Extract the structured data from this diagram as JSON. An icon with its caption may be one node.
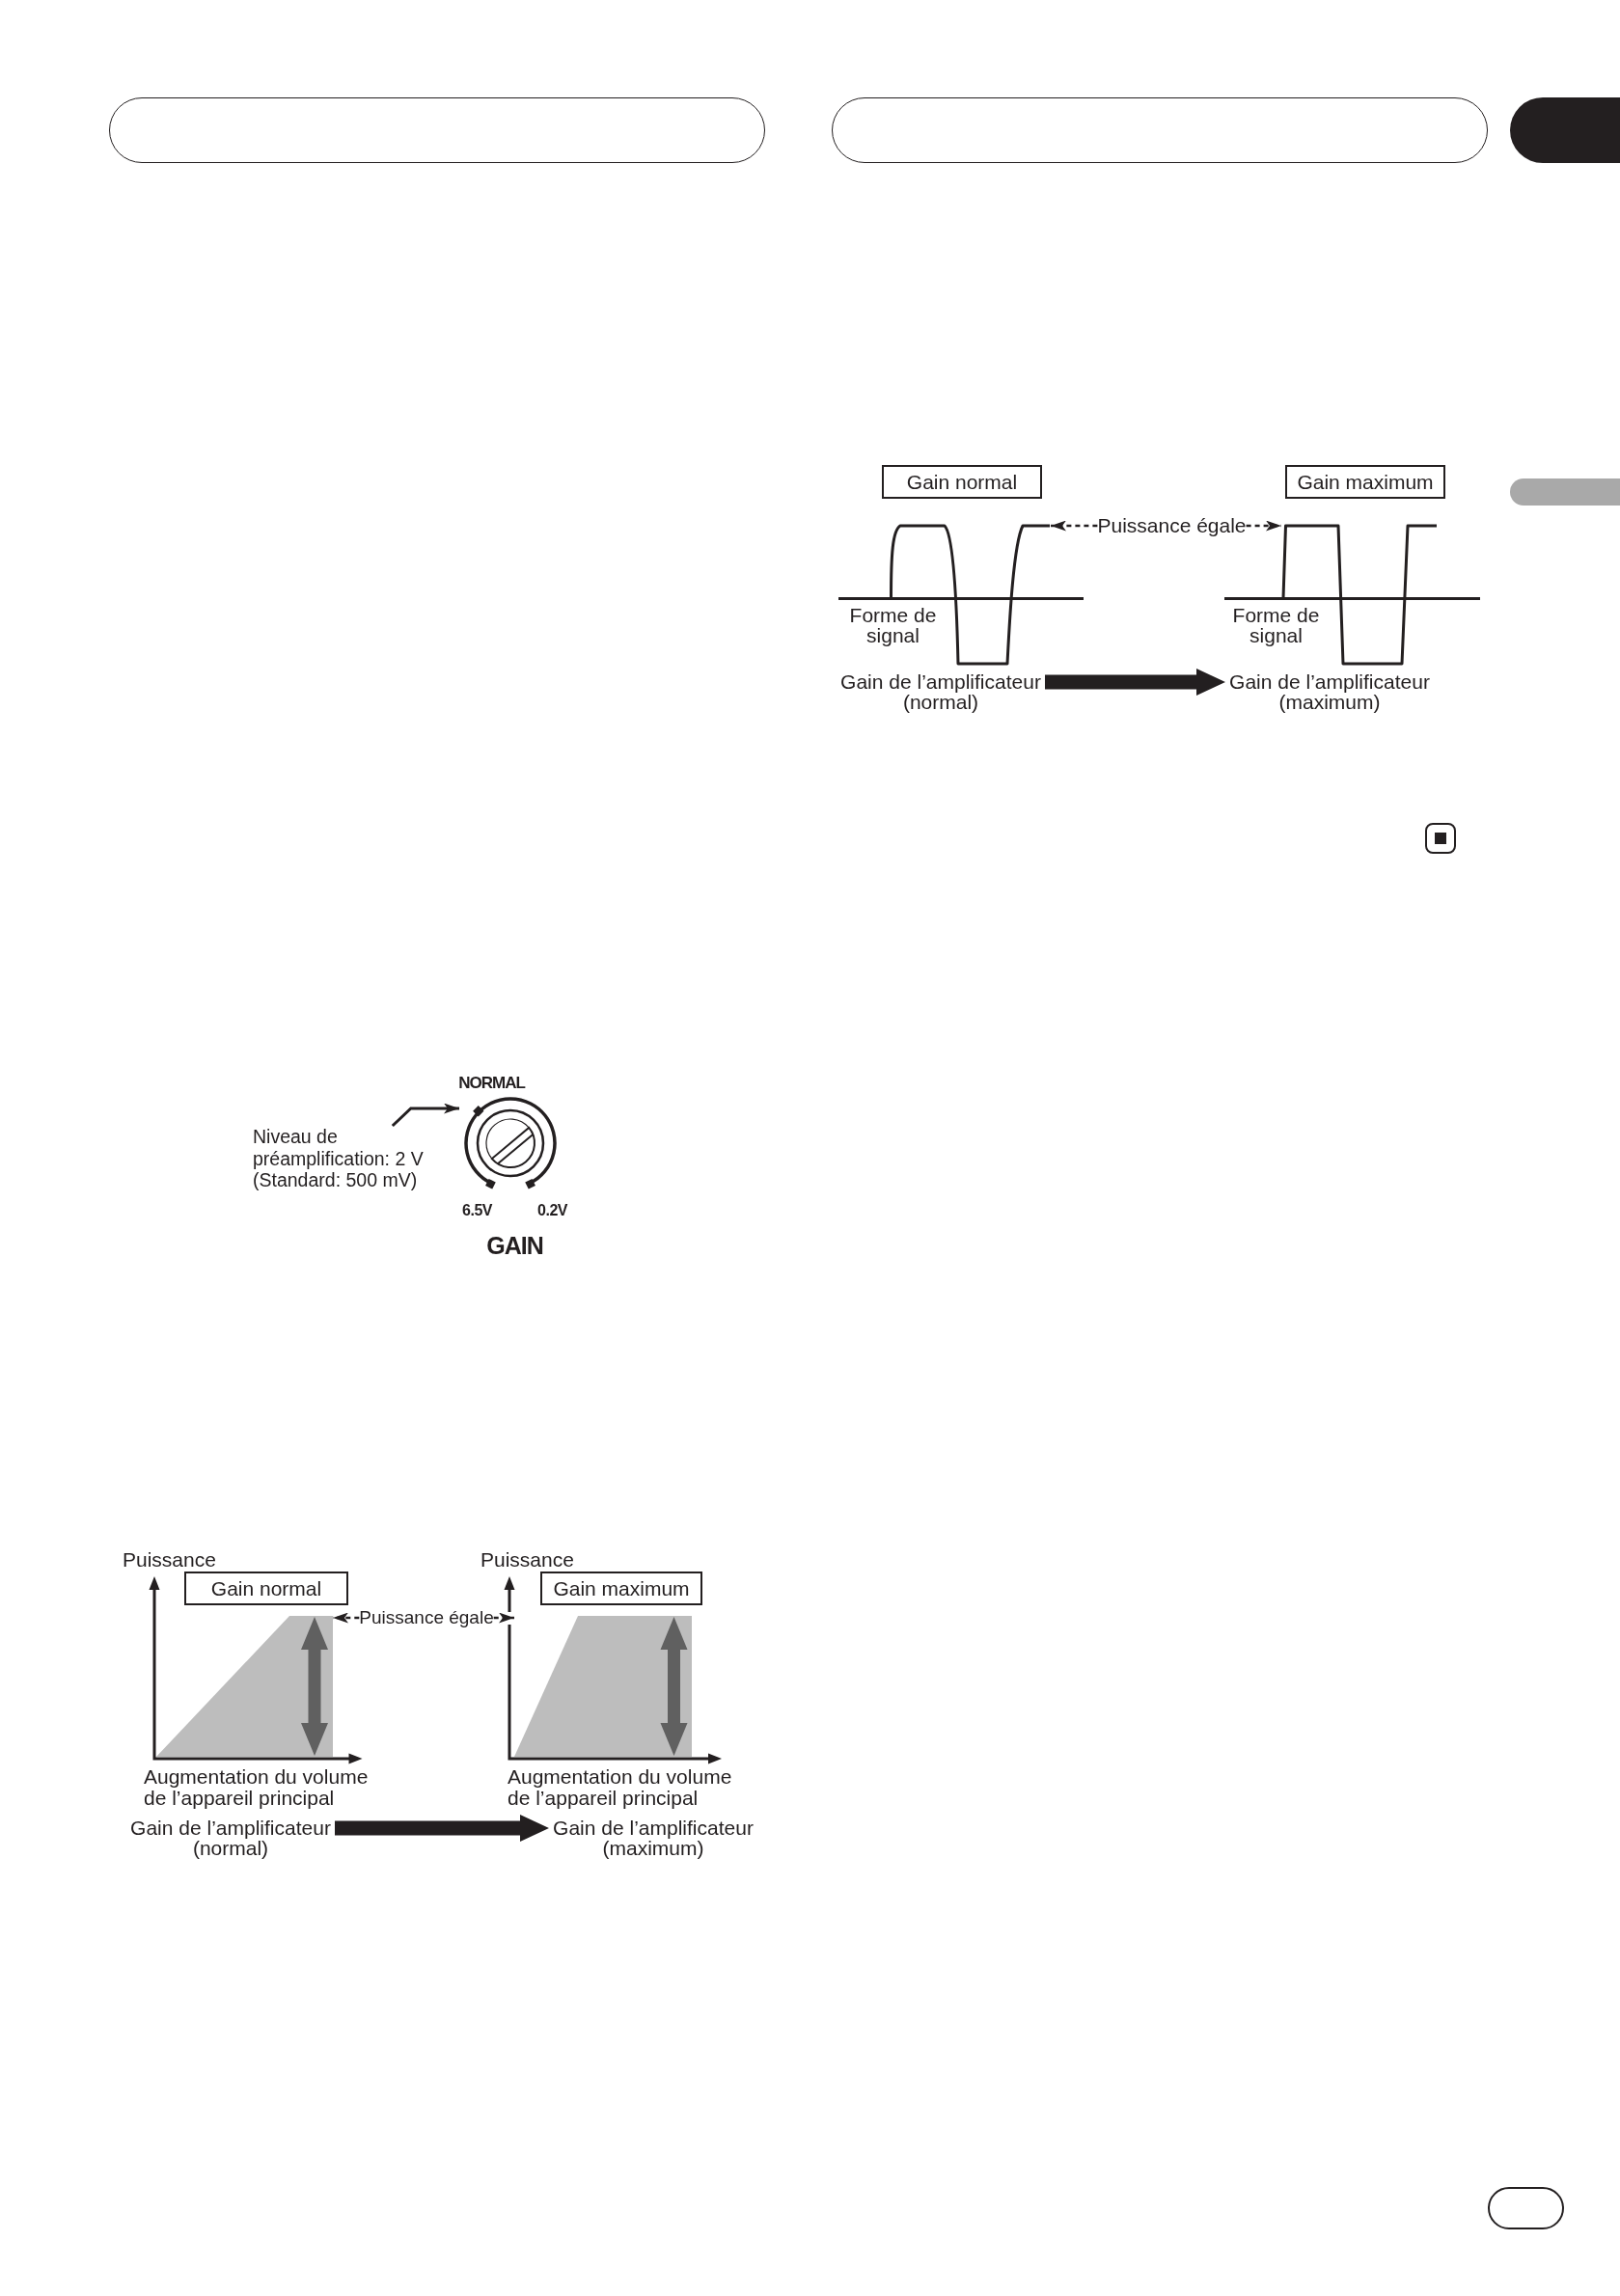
{
  "diagram": {
    "nodes": [
      {
        "text": [],
        "shape": "box"
      },
      {
        "text": [],
        "shape": "box"
      },
      {
        "text": [],
        "shape": "box"
      },
      {
        "text": [
          "Gain normal"
        ]
      },
      {
        "text": [
          "Gain maximum"
        ]
      },
      {
        "text": [],
        "shape": "box"
      },
      {
        "text": [],
        "shape": "picture"
      },
      {
        "text": [
          "Puissance égale"
        ]
      },
      {
        "text": [],
        "shape": "picture"
      },
      {
        "text": [
          "Gain de l’amplificateur (normal)"
        ]
      },
      {
        "text": [
          "Gain de l’amplificateur (maximum)"
        ]
      },
      {
        "text": [
          "Niveau de préamplification: 2 V (Standard: 500 mV)"
        ]
      },
      {
        "text": [],
        "shape": "picture",
        "beside": [
          "NORMAL",
          "6.5V",
          "0.2V",
          "GAIN"
        ]
      },
      {
        "text": [
          "Gain normal"
        ]
      },
      {
        "text": [
          "Gain maximum"
        ]
      },
      {
        "text": [],
        "shape": "picture",
        "beside": [
          "Augmentation du volume de l’appareil principal"
        ]
      },
      {
        "text": [
          "Puissance égale"
        ]
      },
      {
        "text": [],
        "shape": "picture",
        "beside": [
          "Augmentation du volume de l’appareil principal"
        ]
      },
      {
        "text": [
          "Gain de l’amplificateur (normal)"
        ]
      },
      {
        "text": [
          "Gain de l’amplificateur (maximum)"
        ]
      },
      {
        "text": [],
        "shape": "box"
      }
    ],
    "edges": [
      {
        "from": 7,
        "to": 6,
        "arrow": "to",
        "style": "dashed"
      },
      {
        "from": 7,
        "to": 8,
        "arrow": "to",
        "style": "dashed"
      },
      {
        "from": 9,
        "to": 10,
        "arrow": "to",
        "style": "thick"
      },
      {
        "from": 11,
        "to": 12,
        "arrow": "to"
      },
      {
        "from": 16,
        "to": 15,
        "arrow": "to",
        "style": "dashed"
      },
      {
        "from": 16,
        "to": 17,
        "arrow": "to",
        "style": "dashed"
      },
      {
        "from": 18,
        "to": 19,
        "arrow": "to",
        "style": "thick"
      }
    ],
    "labels": [
      "Forme de signal",
      "Forme de signal",
      "Puissance",
      "Puissance"
    ]
  }
}
